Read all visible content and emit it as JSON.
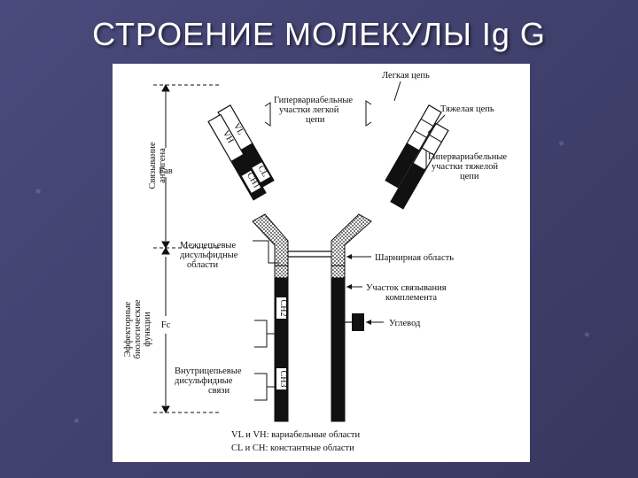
{
  "title": "СТРОЕНИЕ  МОЛЕКУЛЫ Ig G",
  "labels": {
    "light_chain": "Легкая цепь",
    "hv_light_1": "Гипервариабельные",
    "hv_light_2": "участки легкой",
    "hv_light_3": "цепи",
    "heavy_chain": "Тяжелая цепь",
    "hv_heavy_1": "Гипервариабельные",
    "hv_heavy_2": "участки тяжелой",
    "hv_heavy_3": "цепи",
    "fab": "Fав",
    "antigen_1": "Связывание",
    "antigen_2": "антигена",
    "interchain_1": "Межцепьевые",
    "interchain_2": "дисульфидные",
    "interchain_3": "области",
    "hinge": "Шарнирная область",
    "complement_1": "Участок связывания",
    "complement_2": "комплемента",
    "carbohydrate": "Углевод",
    "fc": "Fc",
    "effector_1": "Эффекторные",
    "effector_2": "биологические",
    "effector_3": "функции",
    "intrachain_1": "Внутрицепьевые",
    "intrachain_2": "дисульфидные",
    "intrachain_3": "связи",
    "legend_1": "VL и VH: вариабельные области",
    "legend_2": "CL и CH: константные области"
  },
  "domains": {
    "vl": "VL",
    "vh": "VH",
    "cl": "CL",
    "ch1": "CH1",
    "ch2": "CH2",
    "ch3": "CH3"
  }
}
